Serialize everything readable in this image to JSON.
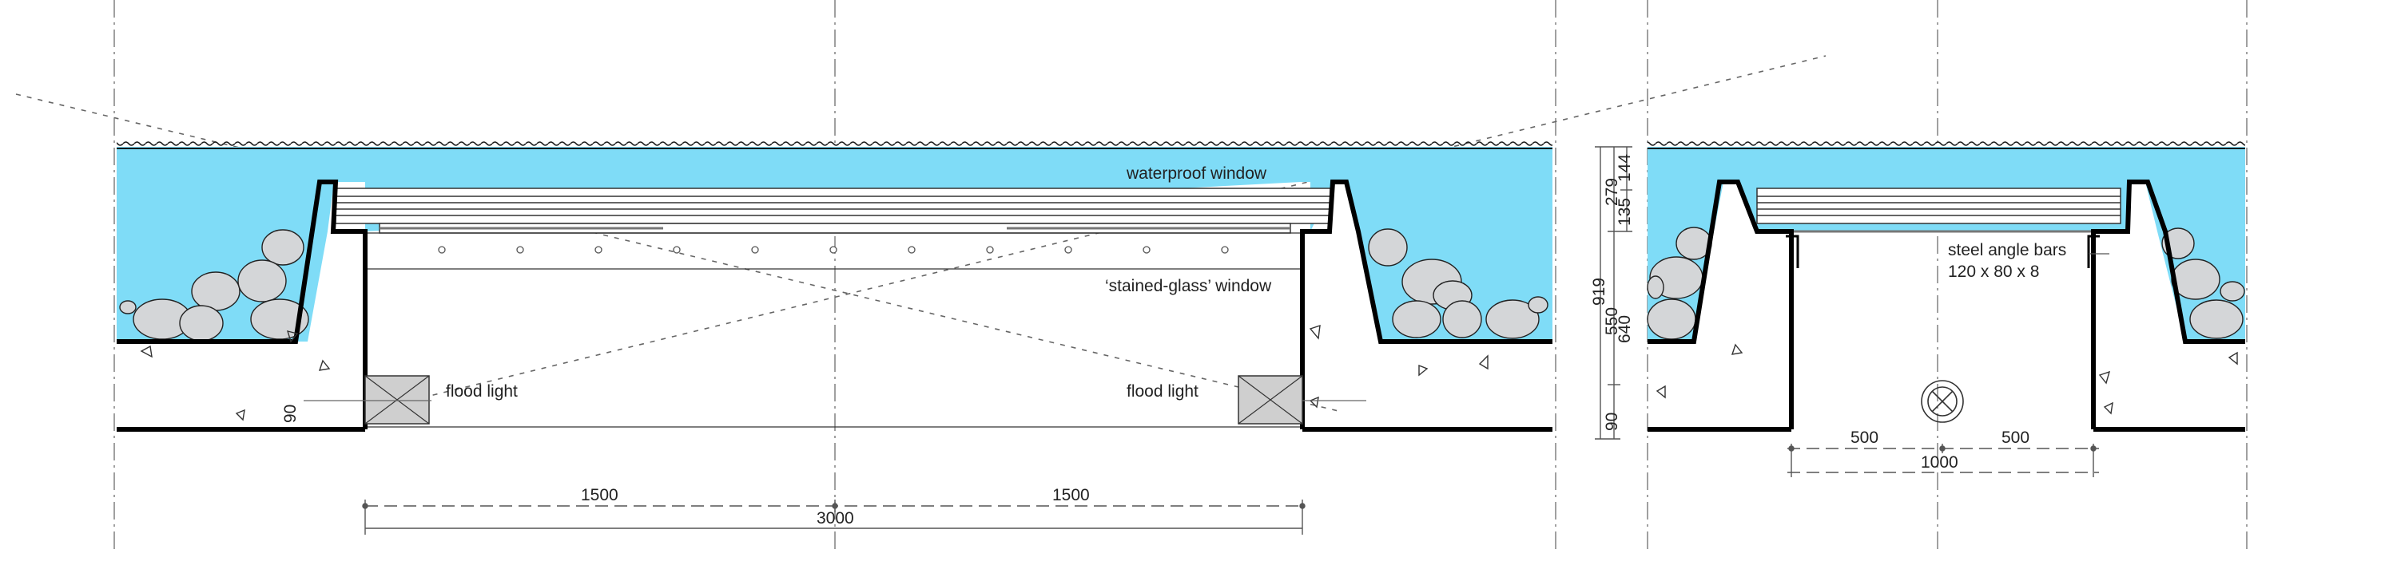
{
  "labels": {
    "waterproof_window": "waterproof window",
    "stained_glass_window": "‘stained-glass’ window",
    "flood_light_left": "flood light",
    "flood_light_right": "flood light",
    "steel_angle_bars": "steel angle bars",
    "steel_angle_size": "120 x 80 x 8"
  },
  "dimensions": {
    "left_half": "1500",
    "right_half": "1500",
    "total_width": "3000",
    "curb_90": "90",
    "vert_279": "279",
    "vert_144": "144",
    "vert_135": "135",
    "vert_919": "919",
    "vert_550": "550",
    "vert_640": "640",
    "vert_90": "90",
    "section_left_half": "500",
    "section_right_half": "500",
    "section_total": "1000"
  },
  "colors": {
    "water": "#7fdcf7",
    "wall": "#000000",
    "dim_line": "#555555",
    "light_fixture": "#cfcfcf"
  }
}
